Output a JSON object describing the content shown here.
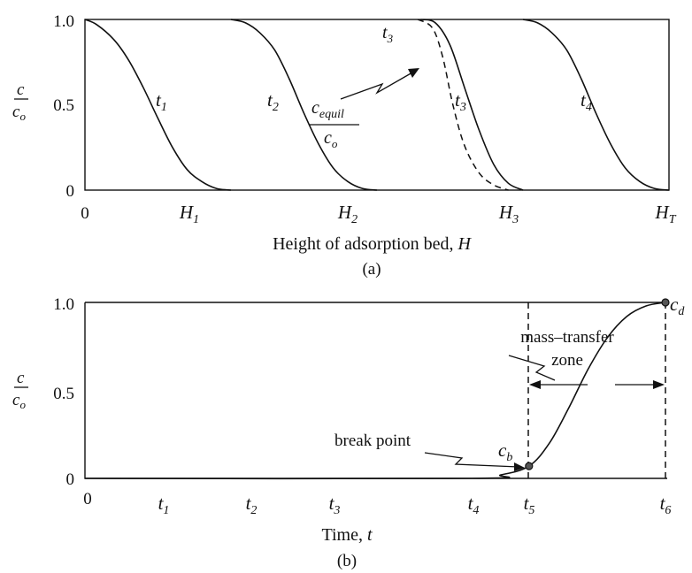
{
  "chart_data": [
    {
      "id": "a",
      "type": "line",
      "caption": "(a)",
      "xlabel": "Height of adsorption bed, H",
      "xlim": [
        0,
        4
      ],
      "ylim": [
        0,
        1
      ],
      "yticks": [
        "0",
        "0.5",
        "1.0"
      ],
      "ylabel_num": "c",
      "ylabel_den": "c",
      "ylabel_den_sub": "o",
      "xticks": [
        {
          "x": 0,
          "main": "0",
          "sub": ""
        },
        {
          "x": 1,
          "main": "H",
          "sub": "1"
        },
        {
          "x": 2,
          "main": "H",
          "sub": "2"
        },
        {
          "x": 3,
          "main": "H",
          "sub": "3"
        },
        {
          "x": 4,
          "main": "H",
          "sub": "T"
        }
      ],
      "series": [
        {
          "name": "t1",
          "label_main": "t",
          "label_sub": "1",
          "label_at": [
            0.55,
            0.8
          ],
          "x": [
            0,
            0.08,
            0.2,
            0.3,
            0.4,
            0.5,
            0.6,
            0.7,
            0.8,
            0.9,
            1.0
          ],
          "y": [
            1.0,
            0.97,
            0.88,
            0.76,
            0.6,
            0.42,
            0.25,
            0.12,
            0.05,
            0.01,
            0
          ]
        },
        {
          "name": "t2",
          "label_main": "t",
          "label_sub": "2",
          "label_at": [
            1.52,
            0.8
          ],
          "x": [
            1.0,
            1.1,
            1.2,
            1.3,
            1.4,
            1.5,
            1.6,
            1.7,
            1.8,
            1.9,
            2.0
          ],
          "y": [
            1.0,
            0.98,
            0.92,
            0.82,
            0.65,
            0.45,
            0.27,
            0.13,
            0.05,
            0.01,
            0
          ]
        },
        {
          "name": "t3",
          "label_main": "t",
          "label_sub": "3",
          "label_at": [
            2.73,
            0.8
          ],
          "x": [
            2.3,
            2.4,
            2.5,
            2.6,
            2.7,
            2.8,
            2.9,
            3.0
          ],
          "y": [
            1.0,
            0.98,
            0.85,
            0.6,
            0.35,
            0.15,
            0.04,
            0
          ]
        },
        {
          "name": "t4",
          "label_main": "t",
          "label_sub": "4",
          "label_at": [
            3.55,
            0.8
          ],
          "x": [
            3.0,
            3.1,
            3.2,
            3.3,
            3.4,
            3.5,
            3.6,
            3.7,
            3.8,
            3.9,
            4.0
          ],
          "y": [
            1.0,
            0.98,
            0.92,
            0.82,
            0.65,
            0.45,
            0.27,
            0.13,
            0.05,
            0.01,
            0
          ]
        },
        {
          "name": "c_equil/c_o",
          "dashed": true,
          "label_main": "t",
          "label_sub": "3",
          "label_at": [
            2.27,
            1.0
          ],
          "x": [
            2.28,
            2.38,
            2.45,
            2.52,
            2.6,
            2.7,
            2.8,
            2.9
          ],
          "y": [
            1.0,
            0.95,
            0.78,
            0.5,
            0.26,
            0.1,
            0.03,
            0
          ]
        }
      ],
      "annotation": {
        "main": "c",
        "sub": "equil",
        "den": "c",
        "den_sub": "o"
      }
    },
    {
      "id": "b",
      "type": "line",
      "caption": "(b)",
      "xlabel": "Time, t",
      "xlim": [
        0,
        6
      ],
      "ylim": [
        0,
        1
      ],
      "yticks": [
        "0",
        "0.5",
        "1.0"
      ],
      "ylabel_num": "c",
      "ylabel_den": "c",
      "ylabel_den_sub": "o",
      "xticks": [
        {
          "x": 0,
          "main": "0",
          "sub": ""
        },
        {
          "x": 0.84,
          "main": "t",
          "sub": "1"
        },
        {
          "x": 1.84,
          "main": "t",
          "sub": "2"
        },
        {
          "x": 2.74,
          "main": "t",
          "sub": "3"
        },
        {
          "x": 4.1,
          "main": "t",
          "sub": "4"
        },
        {
          "x": 4.59,
          "main": "t",
          "sub": "5"
        },
        {
          "x": 6.0,
          "main": "t",
          "sub": "6"
        }
      ],
      "series": [
        {
          "name": "breakthrough",
          "x": [
            0,
            4.0,
            4.3,
            4.59,
            4.8,
            5.0,
            5.2,
            5.4,
            5.6,
            5.8,
            6.0
          ],
          "y": [
            0,
            0,
            0.02,
            0.07,
            0.2,
            0.4,
            0.62,
            0.8,
            0.92,
            0.98,
            1.0
          ]
        }
      ],
      "points": [
        {
          "name": "c_b",
          "main": "c",
          "sub": "b",
          "x": 4.59,
          "y": 0.07
        },
        {
          "name": "c_d",
          "main": "c",
          "sub": "d",
          "x": 6.0,
          "y": 1.0
        }
      ],
      "annotations": {
        "mass_transfer_line1": "mass–transfer",
        "mass_transfer_line2": "zone",
        "break_point": "break point"
      }
    }
  ]
}
